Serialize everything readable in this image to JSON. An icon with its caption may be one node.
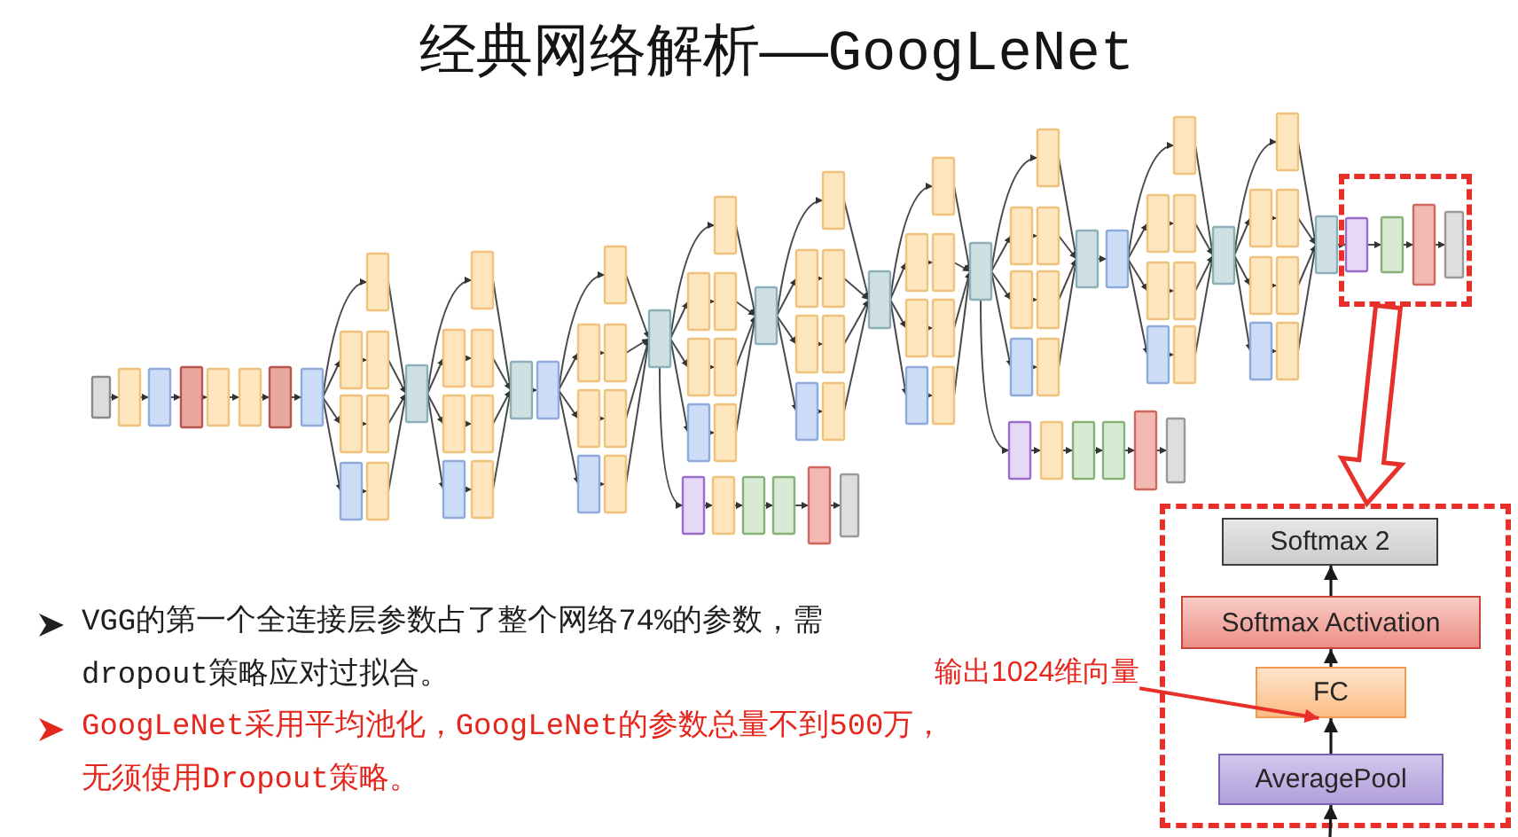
{
  "diagram": {
    "title": "经典网络解析——GoogLeNet",
    "nodes": [
      {
        "text": [],
        "shape": "box"
      },
      {
        "text": [],
        "shape": "box"
      },
      {
        "text": [
          "Softmax 2"
        ],
        "in": 1
      },
      {
        "text": [
          "Softmax Activation"
        ],
        "in": 1
      },
      {
        "text": [
          "FC"
        ],
        "in": 1
      },
      {
        "text": [
          "AveragePool"
        ],
        "in": 1
      },
      {
        "text": [
          "输出1024维向量"
        ]
      }
    ],
    "edges": [
      {
        "from": 0,
        "to": 1,
        "arrow": "to",
        "style": "thick",
        "color": "#e8302a"
      },
      {
        "from": 5,
        "to": 4,
        "arrow": "to"
      },
      {
        "from": 4,
        "to": 3,
        "arrow": "to"
      },
      {
        "from": 3,
        "to": 2,
        "arrow": "to"
      },
      {
        "from": null,
        "to": 5,
        "arrow": "to"
      },
      {
        "from": 6,
        "to": 4,
        "arrow": "to",
        "color": "#e8302a"
      }
    ],
    "labels": [
      "VGG的第一个全连接层参数占了整个网络74%的参数，需dropout策略应对过拟合。",
      "GoogLeNet采用平均池化，GoogLeNet的参数总量不到500万，无须使用Dropout策略。"
    ]
  }
}
